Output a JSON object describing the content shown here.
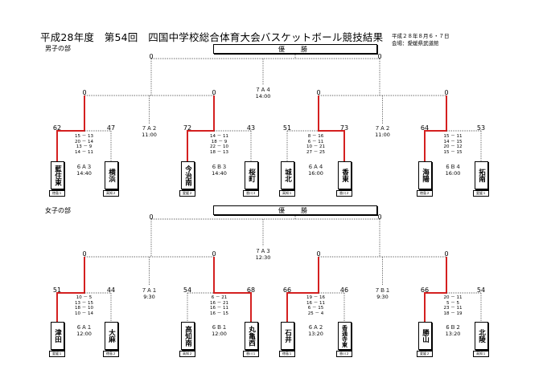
{
  "header": {
    "title": "平成28年度　第54回　四国中学校総合体育大会バスケットボール競技結果",
    "dates": "平成２８年８月６・７日",
    "venue": "会場：愛媛県武道館"
  },
  "brackets": [
    {
      "section": "男子の部",
      "champion_label": "優　勝",
      "final": {
        "left_score": "0",
        "right_score": "0",
        "game": "７Ａ４",
        "time": "14:00"
      },
      "semis": [
        {
          "left_score": "0",
          "right_score": "0",
          "game": "７Ａ２",
          "time": "11:00"
        },
        {
          "left_score": "0",
          "right_score": "0",
          "game": "７Ａ２",
          "time": "11:00"
        }
      ],
      "firsts": [
        {
          "left_score": "62",
          "right_score": "47",
          "game": "６Ａ３",
          "time": "14:40",
          "quarters": [
            "15 － 13",
            "20 － 14",
            "13 － 9",
            "14 － 11"
          ],
          "left": {
            "name": "藍住東",
            "pref": "徳島１"
          },
          "right": {
            "name": "横浜",
            "pref": "高知２"
          },
          "winner": "left"
        },
        {
          "left_score": "72",
          "right_score": "43",
          "game": "６Ｂ３",
          "time": "14:40",
          "quarters": [
            "14 － 11",
            "18 － 9",
            "22 － 10",
            "18 － 13"
          ],
          "left": {
            "name": "今治南",
            "pref": "愛媛２"
          },
          "right": {
            "name": "桜町",
            "pref": "香川３"
          },
          "winner": "left"
        },
        {
          "left_score": "51",
          "right_score": "73",
          "game": "６Ａ４",
          "time": "16:00",
          "quarters": [
            "8 － 16",
            "6 － 11",
            "10 － 21",
            "27 － 25"
          ],
          "left": {
            "name": "城北",
            "pref": "高知１"
          },
          "right": {
            "name": "香東",
            "pref": "香川２"
          },
          "winner": "right"
        },
        {
          "left_score": "64",
          "right_score": "53",
          "game": "６Ｂ４",
          "time": "16:00",
          "quarters": [
            "15 － 11",
            "14 － 15",
            "20 － 12",
            "15 － 15"
          ],
          "left": {
            "name": "海陽",
            "pref": "徳島２"
          },
          "right": {
            "name": "拓南",
            "pref": "愛媛１"
          },
          "winner": "left"
        }
      ]
    },
    {
      "section": "女子の部",
      "champion_label": "優　勝",
      "final": {
        "left_score": "0",
        "right_score": "0",
        "game": "７Ａ３",
        "time": "12:30"
      },
      "semis": [
        {
          "left_score": "0",
          "right_score": "0",
          "game": "７Ａ１",
          "time": "9:30"
        },
        {
          "left_score": "0",
          "right_score": "0",
          "game": "７Ｂ１",
          "time": "9:30"
        }
      ],
      "firsts": [
        {
          "left_score": "51",
          "right_score": "44",
          "game": "６Ａ１",
          "time": "12:00",
          "quarters": [
            "10 － 5",
            "13 － 15",
            "18 － 10",
            "10 － 14"
          ],
          "left": {
            "name": "津田",
            "pref": "愛媛１"
          },
          "right": {
            "name": "大麻",
            "pref": "徳島２"
          },
          "winner": "left"
        },
        {
          "left_score": "54",
          "right_score": "68",
          "game": "６Ｂ１",
          "time": "12:00",
          "quarters": [
            "6 － 21",
            "16 － 21",
            "16 － 11",
            "16 － 15"
          ],
          "left": {
            "name": "高知南",
            "pref": "高知２"
          },
          "right": {
            "name": "丸亀西",
            "pref": "香川１"
          },
          "winner": "right"
        },
        {
          "left_score": "66",
          "right_score": "46",
          "game": "６Ａ２",
          "time": "13:20",
          "quarters": [
            "19 － 16",
            "16 － 11",
            "6 － 15",
            "25 － 4"
          ],
          "left": {
            "name": "石井",
            "pref": "徳島１"
          },
          "right": {
            "name": "香通寺東",
            "pref": "香川２"
          },
          "winner": "left"
        },
        {
          "left_score": "66",
          "right_score": "54",
          "game": "６Ｂ２",
          "time": "13:20",
          "quarters": [
            "20 － 11",
            "5 － 5",
            "23 － 11",
            "18 － 19"
          ],
          "left": {
            "name": "勝山",
            "pref": "愛媛２"
          },
          "right": {
            "name": "北陵",
            "pref": "高知１"
          },
          "winner": "left"
        }
      ]
    }
  ]
}
